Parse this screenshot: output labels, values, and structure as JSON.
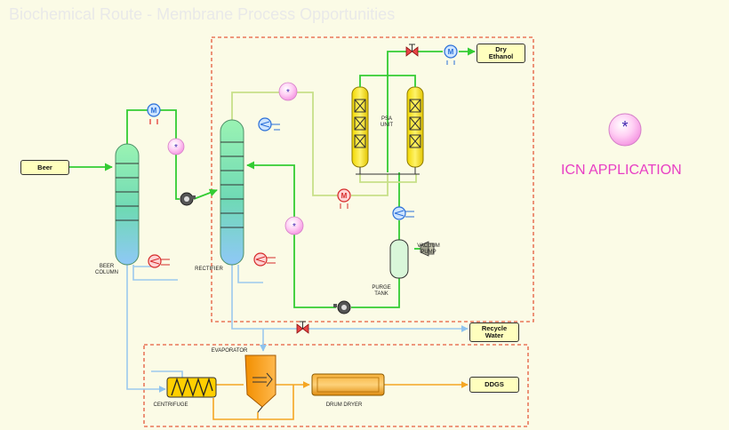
{
  "title": "Biochemical Route - Membrane Process Opportunities",
  "streams": {
    "beer": "Beer",
    "dry_ethanol": "Dry\nEthanol",
    "recycle_water": "Recycle\nWater",
    "ddgs": "DDGS"
  },
  "units": {
    "beer_column": "BEER\nCOLUMN",
    "rectifier": "RECTIFIER",
    "psa_unit": "PSA\nUNIT",
    "vacuum_pump": "VACUUM\nPUMP",
    "purge_tank": "PURGE\nTANK",
    "evaporator": "EVAPORATOR",
    "centrifuge": "CENTRIFUGE",
    "drum_dryer": "DRUM DRYER"
  },
  "legend": {
    "symbol": "*",
    "text": "ICN APPLICATION"
  },
  "colors": {
    "green_line": "#33cc33",
    "blue_line": "#9cc9ee",
    "olive_line": "#c7e089",
    "orange_line": "#f5a623",
    "dashed_red": "#e55b3c",
    "icn_pink": "#e83ec4"
  }
}
